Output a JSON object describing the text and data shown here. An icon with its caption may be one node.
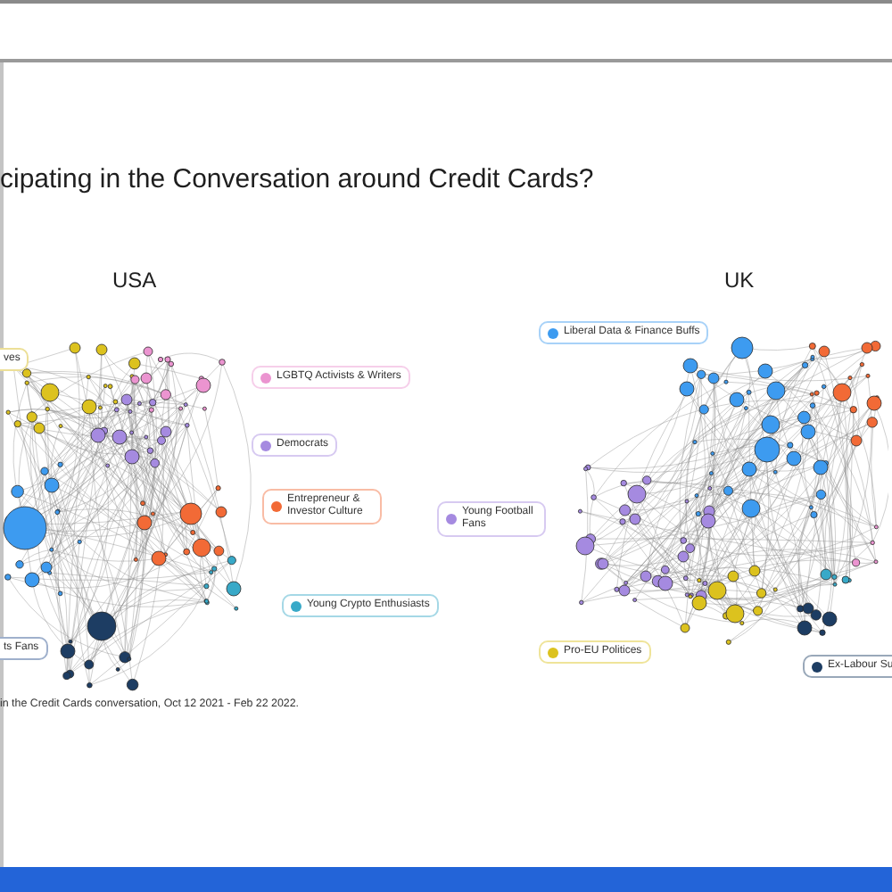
{
  "diagram": {
    "title": "cipating in the Conversation around Credit Cards?",
    "caption": "in the Credit Cards conversation, Oct 12 2021 - Feb 22 2022.",
    "labels": [
      "USA",
      "UK",
      "ves",
      "ts Fans"
    ],
    "legend": [
      {
        "text": "LGBTQ Activists & Writers",
        "color": "#eb94d0"
      },
      {
        "text": "Democrats",
        "color": "#a58ae0"
      },
      {
        "text": "Entrepreneur & Investor Culture",
        "color": "#f26a36"
      },
      {
        "text": "Young Crypto Enthusiasts",
        "color": "#38a9c8"
      },
      {
        "text": "Liberal Data & Finance Buffs",
        "color": "#3d9bf0"
      },
      {
        "text": "Young Football Fans",
        "color": "#a58ae0"
      },
      {
        "text": "Pro-EU Politices",
        "color": "#dcc21e"
      },
      {
        "text": "Ex-Labour Su",
        "color": "#1d3d63"
      }
    ]
  }
}
